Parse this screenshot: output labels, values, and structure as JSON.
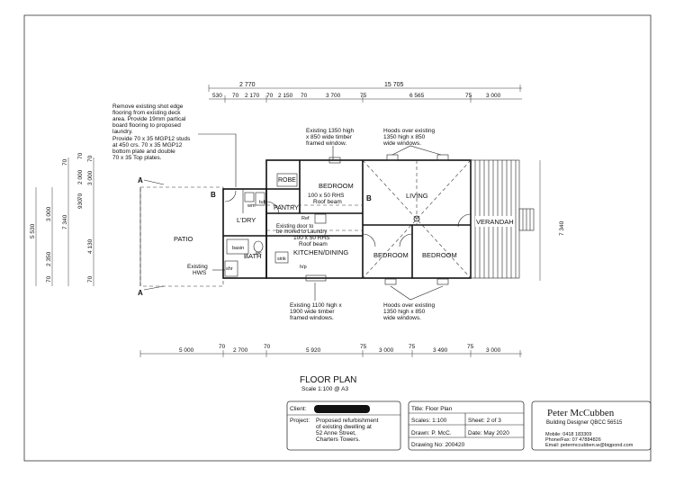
{
  "plan": {
    "title": "FLOOR PLAN",
    "scale_note": "Scale 1:100 @ A3",
    "rooms": {
      "robe": "ROBE",
      "bedroom_top": "BEDROOM",
      "pantry": "PANTRY",
      "ldry": "L'DRY",
      "living": "LIVING",
      "verandah": "VERANDAH",
      "patio": "PATIO",
      "bath": "BATH",
      "kitchen": "KITCHEN/DINING",
      "bedroom_2": "BEDROOM",
      "bedroom_3": "BEDROOM"
    },
    "fixtures": {
      "wm": "wm",
      "tub": "tub",
      "ref": "Ref",
      "basin": "basin",
      "wc": "wc",
      "shr": "shr",
      "sink": "sink",
      "hp": "h/p"
    },
    "section_markers": {
      "a_top": "A",
      "a_bottom": "A",
      "b_left": "B",
      "b_right": "B"
    },
    "notes": {
      "floor_note": [
        "Remove existing shot edge",
        "flooring from existing deck",
        "area. Provide 19mm partical",
        "board flooring to proposed",
        "laundry."
      ],
      "studs_note": [
        "Provide 70 x 35 MGP12 studs",
        "at 450 crs. 70 x 35 MGP12",
        "bottom plate and double",
        "70 x 35 Top plates."
      ],
      "window_top": [
        "Existing 1350 high",
        "x 850 wide timber",
        "framed window."
      ],
      "hoods_top": [
        "Hoods over existing",
        "1350 high x 850",
        "wide windows."
      ],
      "roof_beam_1": [
        "100 x 50 RHS",
        "Roof beam"
      ],
      "door_note": [
        "Existing door to",
        "be moved to Laundry"
      ],
      "roof_beam_2": [
        "100 x 50 RHS",
        "Roof beam"
      ],
      "hws": [
        "Existing",
        "HWS"
      ],
      "window_bottom": [
        "Existing 1100 high x",
        "1900 wide timber",
        "framed windows."
      ],
      "hoods_bottom": [
        "Hoods over existing",
        "1350 high x 850",
        "wide windows."
      ]
    },
    "dims_top_overall": "15 705",
    "dims_top_upper": "2 770",
    "dims_top": [
      "530",
      "70",
      "2 170",
      "70",
      "2 150",
      "70",
      "3 700",
      "75",
      "6 565",
      "75",
      "3 000"
    ],
    "dims_bottom": [
      "5 000",
      "70",
      "2 700",
      "70",
      "5 920",
      "75",
      "3 000",
      "75",
      "3 490",
      "75",
      "3 000"
    ],
    "dims_left_a": [
      "5 530",
      "3 000",
      "2 350",
      "70"
    ],
    "dims_left_b": [
      "70",
      "7 340",
      "4 130",
      "70"
    ],
    "dims_left_c": [
      "70",
      "2 000",
      "70",
      "930",
      "3 000",
      "70"
    ],
    "dim_right": "7 340"
  },
  "title_block": {
    "client_label": "Client:",
    "project_label": "Project:",
    "project_text": [
      "Proposed refurbishment",
      "of existing dwelling at",
      "52 Anne Street,",
      "Charters Towers."
    ],
    "title_label": "Title: Floor Plan",
    "scales": "Scales: 1:100",
    "sheet": "Sheet: 2 of 3",
    "drawn": "Drawn: P. McC.",
    "date": "Date: May 2020",
    "drawing_no": "Drawing No: 200420",
    "firm_name": "Peter McCubben",
    "firm_role": "Building Designer QBCC 56515",
    "mobile": "Mobile: 0418 183309",
    "phone": "Phone/Fax: 07 47884826",
    "email": "Email: petermccubben.w@bigpond.com"
  }
}
